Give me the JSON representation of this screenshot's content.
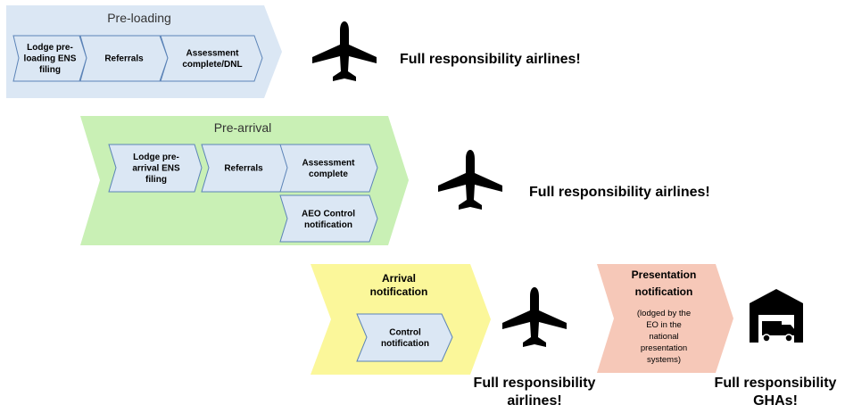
{
  "preloading": {
    "title": "Pre-loading",
    "steps": [
      {
        "lines": [
          "Lodge pre-",
          "loading ENS",
          "filing"
        ]
      },
      {
        "lines": [
          "Referrals"
        ]
      },
      {
        "lines": [
          "Assessment",
          "complete/DNL"
        ]
      }
    ],
    "responsibility": "Full responsibility airlines!"
  },
  "prearrival": {
    "title": "Pre-arrival",
    "steps": [
      {
        "lines": [
          "Lodge pre-",
          "arrival ENS",
          "filing"
        ]
      },
      {
        "lines": [
          "Referrals"
        ]
      },
      {
        "lines": [
          "Assessment",
          "complete"
        ]
      },
      {
        "lines": [
          "AEO Control",
          "notification"
        ]
      }
    ],
    "responsibility": "Full responsibility airlines!"
  },
  "arrival": {
    "title_lines": [
      "Arrival",
      "notification"
    ],
    "steps": [
      {
        "lines": [
          "Control",
          "notification"
        ]
      }
    ],
    "responsibility_lines": [
      "Full responsibility",
      "airlines!"
    ]
  },
  "presentation": {
    "title_lines": [
      "Presentation",
      "notification"
    ],
    "detail_lines": [
      "(lodged by the",
      "EO in the",
      "national",
      "presentation",
      "systems)"
    ],
    "responsibility_lines": [
      "Full responsibility",
      "GHAs!"
    ]
  },
  "icons": {
    "airplane": "airplane-icon",
    "warehouse": "warehouse-truck-icon"
  },
  "colors": {
    "preloading_fill": "#dbe7f4",
    "prearrival_fill": "#c9f0b5",
    "arrival_fill": "#fbf79a",
    "presentation_fill": "#f6c8b8",
    "step_fill": "#dbe7f4",
    "step_stroke": "#5b83b7",
    "title_color": "#333333",
    "text_color": "#000000"
  }
}
